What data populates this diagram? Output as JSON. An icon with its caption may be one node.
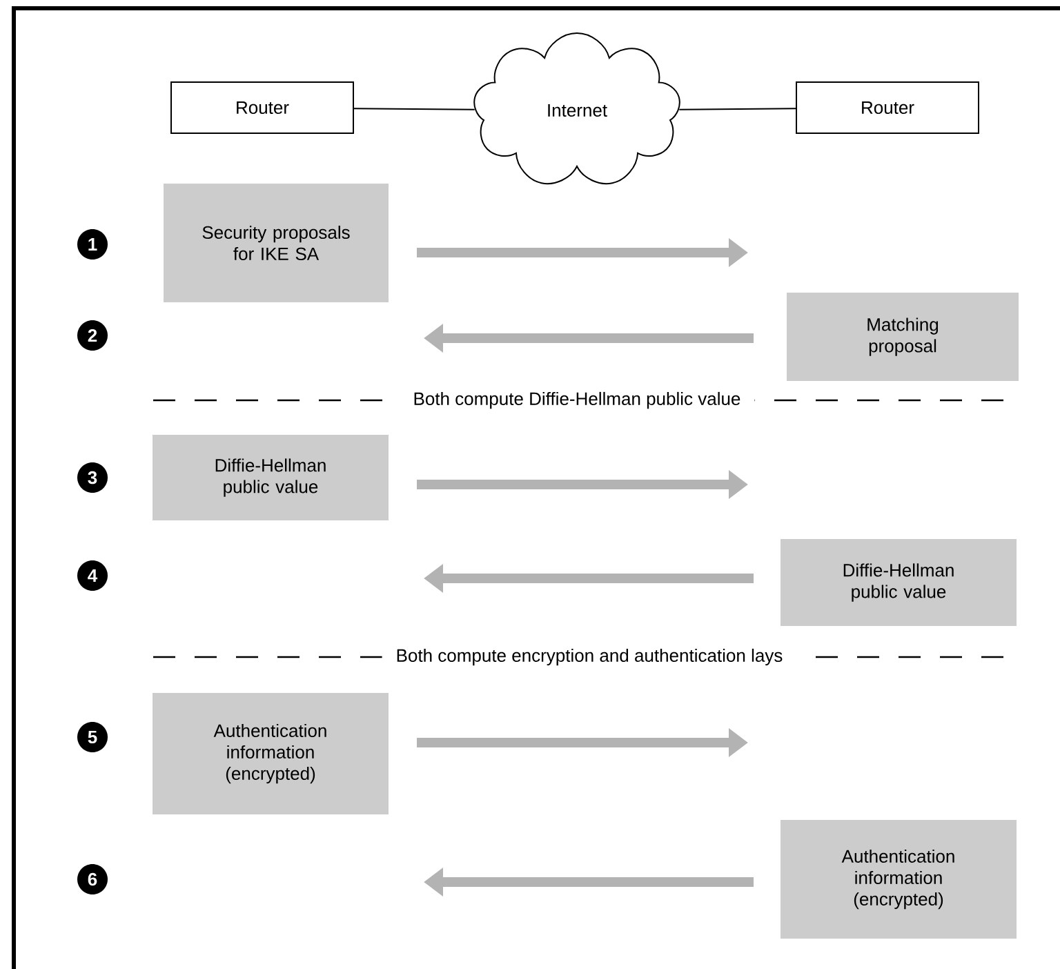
{
  "diagram": {
    "nodes": [
      {
        "text": [
          "Router"
        ]
      },
      {
        "text": [
          "Internet"
        ]
      },
      {
        "text": [
          "Router"
        ]
      },
      {
        "text": [
          "Security proposals for IKE SA"
        ]
      },
      {
        "text": [
          "Matching proposal"
        ]
      },
      {
        "text": [
          "Diffie-Hellman public value"
        ]
      },
      {
        "text": [
          "Diffie-Hellman public value"
        ]
      },
      {
        "text": [
          "Authentication information (encrypted)"
        ]
      },
      {
        "text": [
          "Authentication information (encrypted)"
        ]
      }
    ],
    "edges": [
      {
        "from": 0,
        "to": 1,
        "arrow": "none",
        "color": "#000000"
      },
      {
        "from": 1,
        "to": 2,
        "arrow": "none",
        "color": "#000000"
      },
      {
        "from": 3,
        "to": null,
        "arrow": "to"
      },
      {
        "from": 4,
        "to": null,
        "arrow": "to"
      },
      {
        "from": 5,
        "to": null,
        "arrow": "to"
      },
      {
        "from": 6,
        "to": null,
        "arrow": "to"
      },
      {
        "from": 7,
        "to": null,
        "arrow": "to"
      },
      {
        "from": 8,
        "to": null,
        "arrow": "to"
      }
    ],
    "labels": [
      "1",
      "2",
      "Both compute Diffie-Hellman public value",
      "3",
      "4",
      "Both compute encryption and authentication lays",
      "5",
      "6"
    ]
  }
}
